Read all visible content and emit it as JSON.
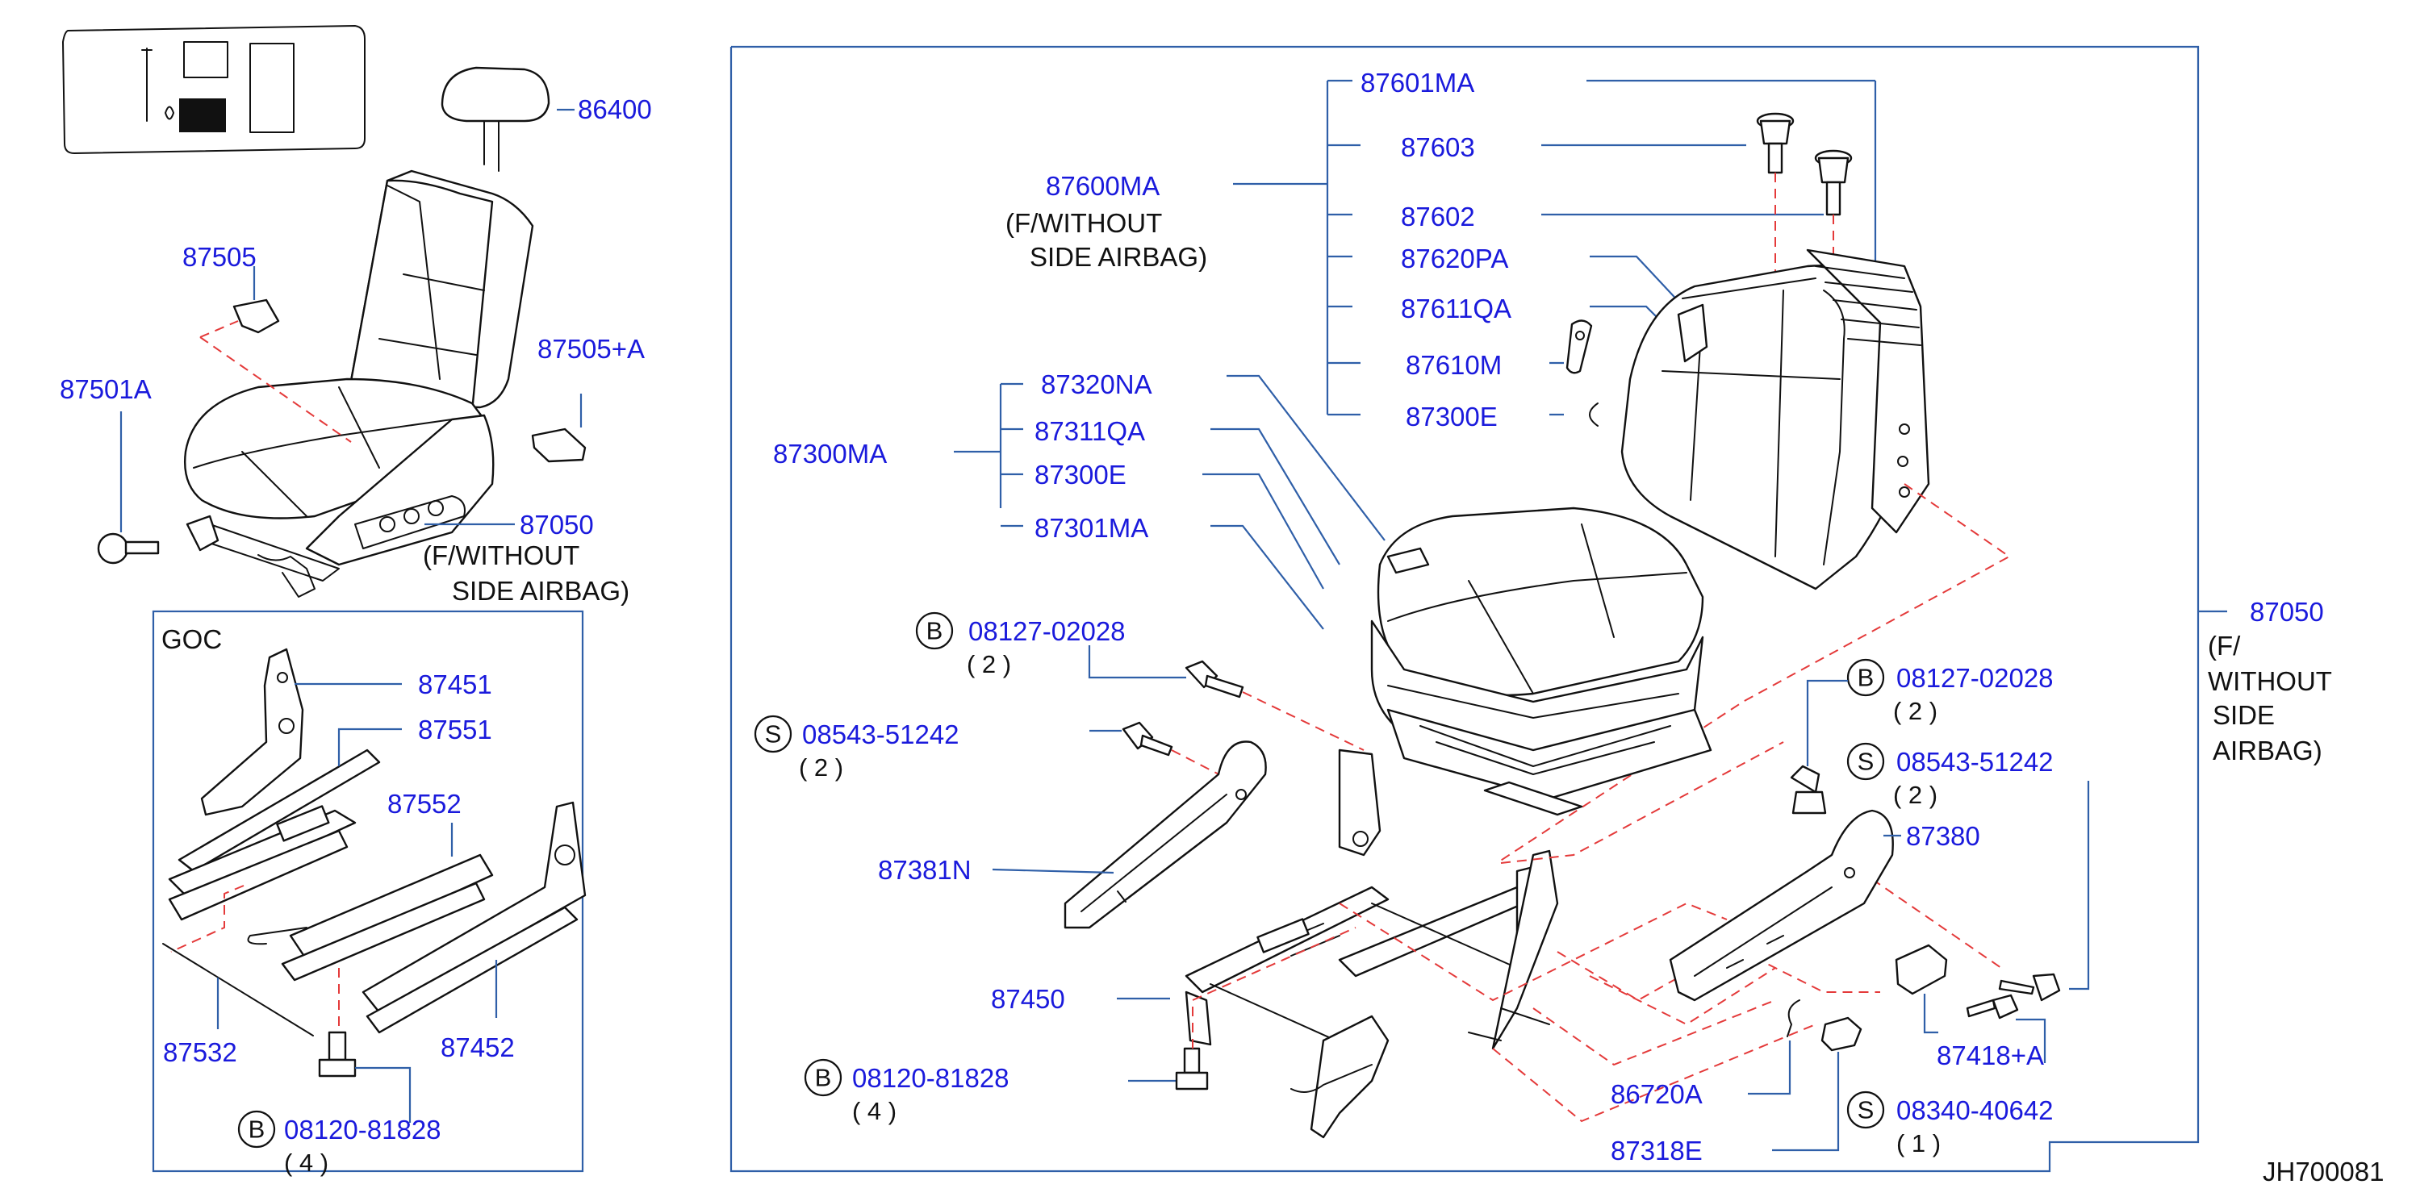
{
  "diagram_id": "JH700081",
  "labels": {
    "p86400": "86400",
    "p87505": "87505",
    "p87505a": "87505+A",
    "p87501a": "87501A",
    "p87050_left": "87050",
    "note_left_1": "(F/WITHOUT",
    "note_left_2": "SIDE  AIRBAG)",
    "inset_code": "GOC",
    "p87451": "87451",
    "p87551": "87551",
    "p87552": "87552",
    "p87532": "87532",
    "p87452": "87452",
    "b_left_number": "08120-81828",
    "b_left_qty": "( 4 )",
    "p87601ma": "87601MA",
    "p87603": "87603",
    "p87600ma": "87600MA",
    "note_back_1": "(F/WITHOUT",
    "note_back_2": "SIDE  AIRBAG)",
    "p87602": "87602",
    "p87620pa": "87620PA",
    "p87611qa": "87611QA",
    "p87610m": "87610M",
    "p87300e_top": "87300E",
    "p87320na": "87320NA",
    "p87311qa": "87311QA",
    "p87300ma": "87300MA",
    "p87300e": "87300E",
    "p87301ma": "87301MA",
    "b1_number": "08127-02028",
    "b1_qty": "( 2 )",
    "s1_number": "08543-51242",
    "s1_qty": "( 2 )",
    "p87381n": "87381N",
    "p87450": "87450",
    "b2_number": "08120-81828",
    "b2_qty": "( 4 )",
    "p87050_right": "87050",
    "note_right_1": "(F/",
    "note_right_2": "WITHOUT",
    "note_right_3": "SIDE",
    "note_right_4": "AIRBAG)",
    "b3_number": "08127-02028",
    "b3_qty": "( 2 )",
    "s2_number": "08543-51242",
    "s2_qty": "( 2 )",
    "p87380": "87380",
    "p87418a": "87418+A",
    "p86720a": "86720A",
    "s3_number": "08340-40642",
    "s3_qty": "( 1 )",
    "p87318e": "87318E"
  },
  "symbols": {
    "bolt": "B",
    "screw": "S"
  },
  "colors": {
    "part_number": "#1a1adc",
    "leader": "#2f5fa8",
    "assembly_line": "#e43a3a",
    "outline": "#111111"
  }
}
